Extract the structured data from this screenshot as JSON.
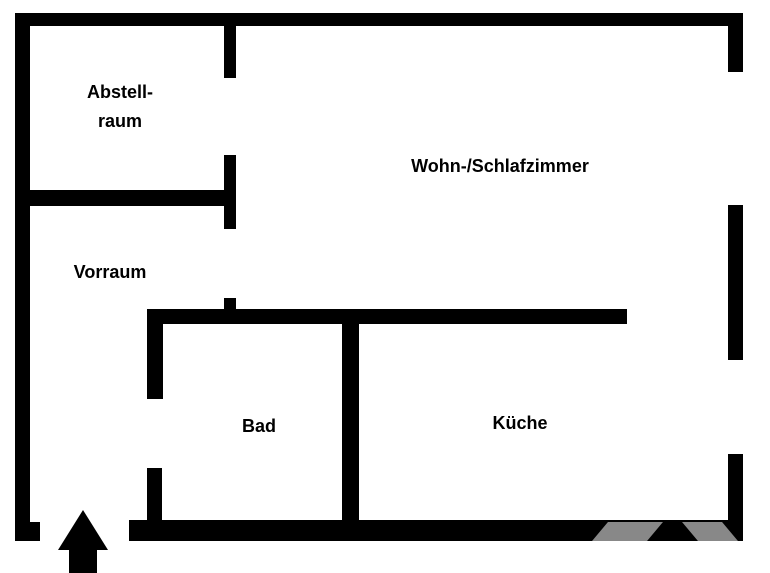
{
  "rooms": {
    "storage_line1": "Abstell-",
    "storage_line2": "raum",
    "hallway": "Vorraum",
    "living": "Wohn-/Schlafzimmer",
    "bath": "Bad",
    "kitchen": "Küche"
  },
  "colors": {
    "wall": "#000000",
    "watermark": "#888888"
  }
}
